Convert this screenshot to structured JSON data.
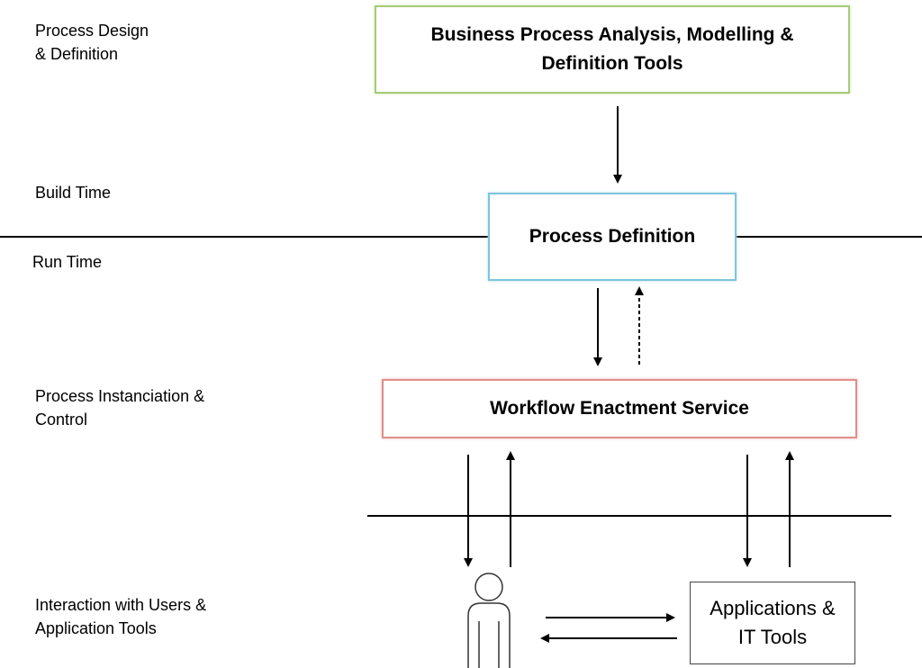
{
  "labels": {
    "process_design": "Process Design\n& Definition",
    "build_time": "Build Time",
    "run_time": "Run Time",
    "instanciation": "Process Instanciation &\nControl",
    "interaction": "Interaction with Users &\nApplication Tools"
  },
  "boxes": {
    "bpa_tools": "Business Process Analysis, Modelling &\nDefinition Tools",
    "process_definition": "Process Definition",
    "workflow_enactment": "Workflow Enactment Service",
    "applications": "Applications &\nIT Tools"
  },
  "colors": {
    "bpa_border": "#a6cc78",
    "pd_border": "#7fc4dc",
    "wes_border": "#df8f87"
  },
  "icons": {
    "user": "person-outline-icon"
  }
}
